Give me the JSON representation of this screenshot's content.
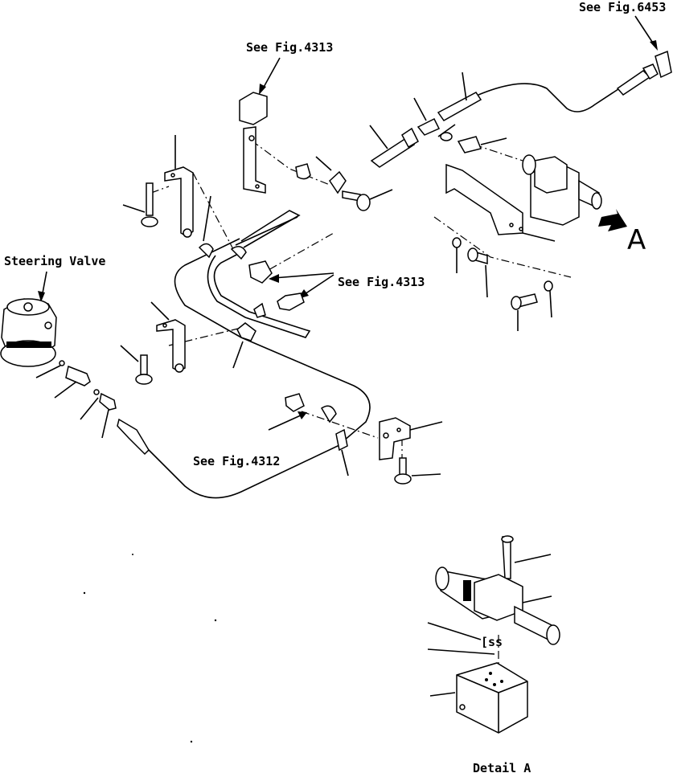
{
  "labels": {
    "see_fig_6453": "See Fig.6453",
    "see_fig_4313_top": "See Fig.4313",
    "see_fig_4313_mid": "See Fig.4313",
    "see_fig_4312": "See Fig.4312",
    "steering_valve": "Steering Valve",
    "view_a": "A",
    "detail_a": "Detail A"
  }
}
